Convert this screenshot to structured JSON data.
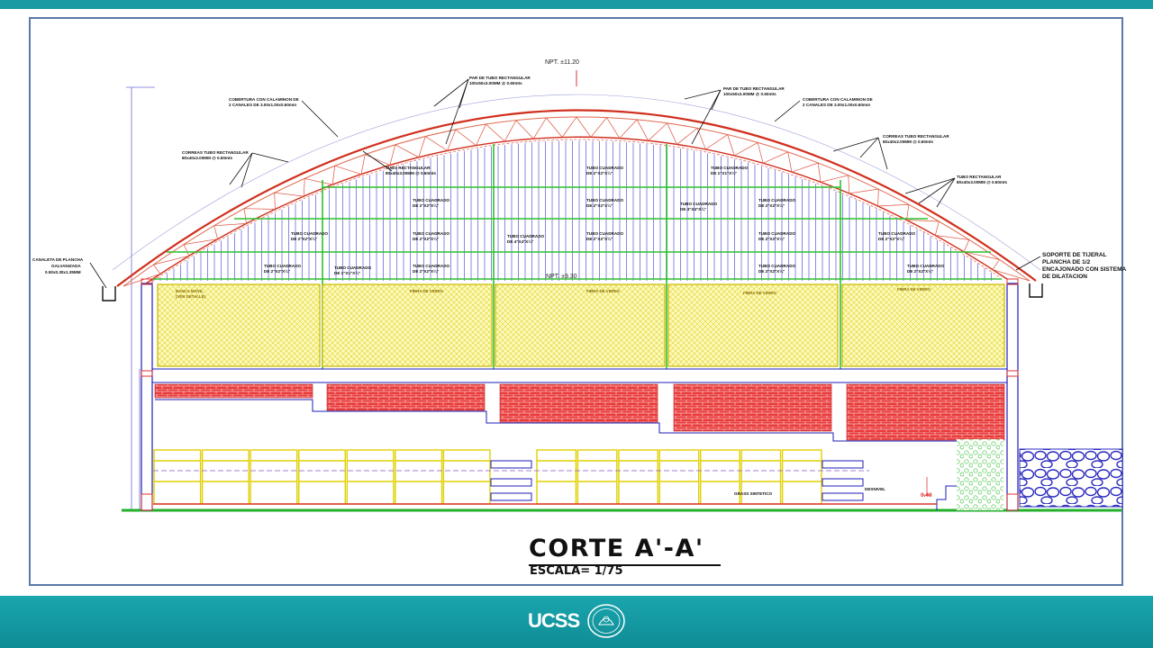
{
  "title": "CORTE A'-A'",
  "scale": "ESCALA= 1/75",
  "brand": "UCSS",
  "npt_top": "NPT. ±11.20",
  "npt_mid": "NPT. ±9.30",
  "annotations": {
    "canaleta": [
      "CANALETA DE PLANCHA",
      "GALVANIZADA",
      "0.50x0.30x1.35MM"
    ],
    "cobertura_left": [
      "COBERTURA CON CALAMINON DE",
      "2 CANALES DE 3.00x1.00x0.60mm"
    ],
    "cobertura_right": [
      "COBERTURA CON CALAMINON DE",
      "2 CANALES DE 3.00x1.00x0.60mm"
    ],
    "par_left": [
      "PAR DE TUBO RECTANGULAR",
      "100x50x3.00MM @ 0.60mts"
    ],
    "par_right": [
      "PAR DE TUBO RECTANGULAR",
      "100x50x3.00MM @ 0.60mts"
    ],
    "correas_left": [
      "CORREAS TUBO RECTANGULAR",
      "80x40x2.00MM @ 0.60mts"
    ],
    "correas_right": [
      "CORREAS TUBO RECTANGULAR",
      "80x40x2.00MM @ 0.60mts"
    ],
    "tubo_rect_left": [
      "TUBO RECTANGULAR",
      "80x40x3.00MM @ 0.60mts"
    ],
    "tubo_rect_right": [
      "TUBO RECTANGULAR",
      "80x40x3.00MM @ 0.60mts"
    ],
    "soporte": [
      "SOPORTE DE TIJERAL",
      "PLANCHA DE 1/2",
      "ENCAJONADO CON SISTEMA",
      "DE DILATACION"
    ],
    "tubo_cuadrado": "TUBO CUADRADO",
    "tc_a": "DE 2\"X2\"X¼\"",
    "tc_b": "DE 1\"X1\"X¼\"",
    "tc_c": "DE 4\"X4\"X¼\"",
    "fibra": "FIBRA DE VIDRIO",
    "banca": [
      "BANCA MOVIL",
      "(VER DETALLE)"
    ],
    "grass": "GRASS SINTETICO",
    "desnivel": "DESNIVEL",
    "dim": "0.40"
  }
}
